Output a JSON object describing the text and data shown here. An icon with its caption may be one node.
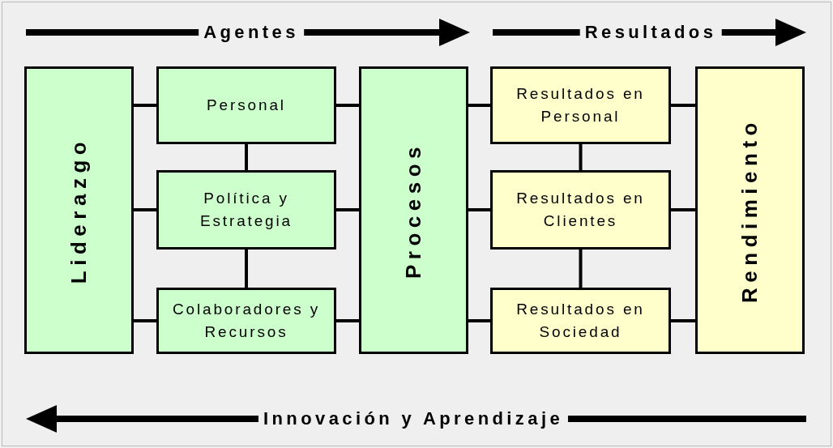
{
  "diagram": {
    "nodes": [
      {
        "text": [
          "Liderazgo"
        ]
      },
      {
        "text": [
          "Personal"
        ]
      },
      {
        "text": [
          "Política y Estrategia"
        ]
      },
      {
        "text": [
          "Colaboradores y Recursos"
        ]
      },
      {
        "text": [
          "Procesos"
        ]
      },
      {
        "text": [
          "Resultados en Personal"
        ]
      },
      {
        "text": [
          "Resultados en Clientes"
        ]
      },
      {
        "text": [
          "Resultados en Sociedad"
        ]
      },
      {
        "text": [
          "Rendimiento"
        ]
      }
    ],
    "edges": [
      {
        "from": 0,
        "to": 1,
        "arrow": "none"
      },
      {
        "from": 0,
        "to": 2,
        "arrow": "none"
      },
      {
        "from": 0,
        "to": 3,
        "arrow": "none"
      },
      {
        "from": 1,
        "to": 2,
        "arrow": "none"
      },
      {
        "from": 2,
        "to": 3,
        "arrow": "none"
      },
      {
        "from": 1,
        "to": 4,
        "arrow": "none"
      },
      {
        "from": 2,
        "to": 4,
        "arrow": "none"
      },
      {
        "from": 3,
        "to": 4,
        "arrow": "none"
      },
      {
        "from": 4,
        "to": 5,
        "arrow": "none"
      },
      {
        "from": 4,
        "to": 6,
        "arrow": "none"
      },
      {
        "from": 4,
        "to": 7,
        "arrow": "none"
      },
      {
        "from": 5,
        "to": 6,
        "arrow": "none"
      },
      {
        "from": 6,
        "to": 7,
        "arrow": "none"
      },
      {
        "from": 5,
        "to": 8,
        "arrow": "none"
      },
      {
        "from": 6,
        "to": 8,
        "arrow": "none"
      },
      {
        "from": 7,
        "to": 8,
        "arrow": "none"
      }
    ],
    "labels": [
      "Agentes",
      "Resultados",
      "Innovación y Aprendizaje"
    ]
  }
}
